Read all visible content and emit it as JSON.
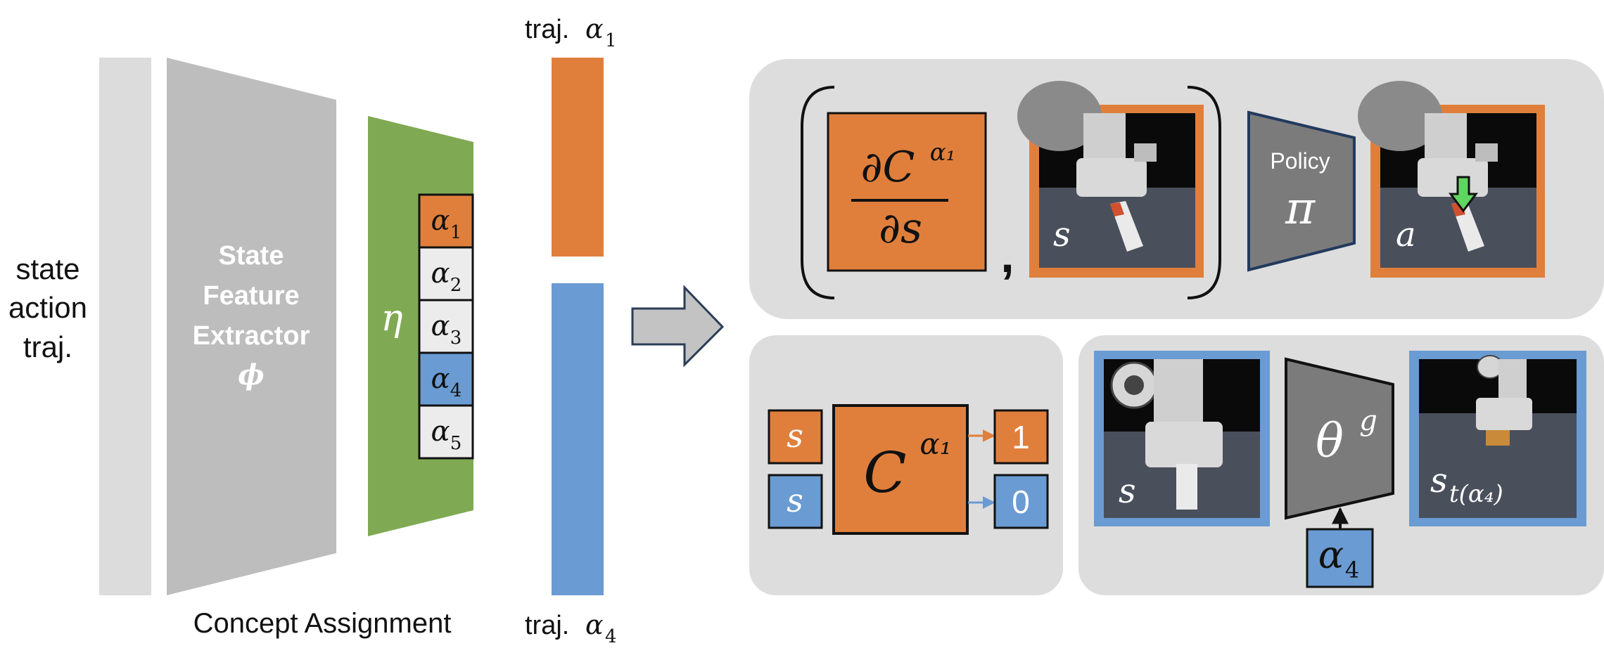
{
  "left_label": {
    "line1": "state",
    "line2": "action",
    "line3": "traj."
  },
  "extractor": {
    "line1": "State",
    "line2": "Feature",
    "line3": "Extractor",
    "symbol": "ϕ"
  },
  "eta_symbol": "η",
  "concept_slots": [
    {
      "base": "α",
      "sub": "1",
      "color": "#e07f3c"
    },
    {
      "base": "α",
      "sub": "2",
      "color": "#ececec"
    },
    {
      "base": "α",
      "sub": "3",
      "color": "#ececec"
    },
    {
      "base": "α",
      "sub": "4",
      "color": "#6a9bd2"
    },
    {
      "base": "α",
      "sub": "5",
      "color": "#ececec"
    }
  ],
  "concept_assignment_label": "Concept Assignment",
  "traj_top": {
    "prefix": "traj.",
    "base": "α",
    "sub": "1"
  },
  "traj_bottom": {
    "prefix": "traj.",
    "base": "α",
    "sub": "4"
  },
  "top_panel": {
    "fraction": {
      "numerator": "∂C",
      "superscript": "α₁",
      "denominator": "∂s"
    },
    "comma": ",",
    "state_label": "s",
    "policy_title": "Policy",
    "policy_symbol": "π",
    "action_label": "a"
  },
  "bottom_left_panel": {
    "input_orange": "s",
    "input_blue": "s",
    "classifier_base": "C",
    "classifier_sup": "α₁",
    "output_orange": "1",
    "output_blue": "0"
  },
  "bottom_right_panel": {
    "state_label": "s",
    "generator_base": "θ",
    "generator_sup": "g",
    "target_base": "s",
    "target_sub": "t(α₄)",
    "condition_base": "α",
    "condition_sub": "4"
  },
  "colors": {
    "orange": "#e07f3c",
    "blue": "#6a9bd2",
    "green": "#7faa53",
    "panel_gray": "#dddddd",
    "extractor_gray": "#bdbdbd",
    "module_gray": "#7b7b7b",
    "scene_floor": "#4a4f5c",
    "policy_border": "#223a5e"
  }
}
